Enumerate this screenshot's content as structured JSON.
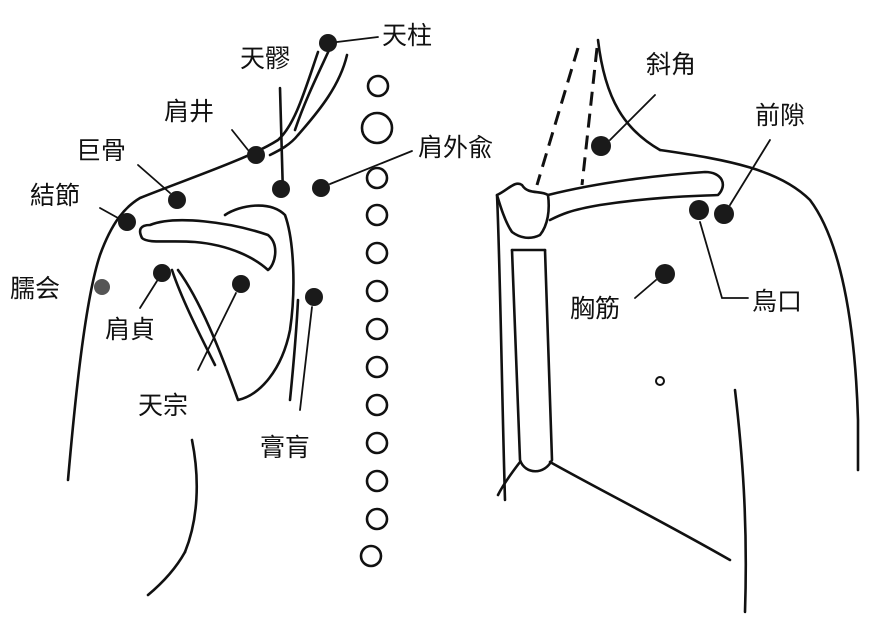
{
  "labels": {
    "tenchu": "天柱",
    "tenryo": "天髎",
    "kensei": "肩井",
    "kokotsu": "巨骨",
    "kengaiyu": "肩外兪",
    "ketsusetsu": "結節",
    "jue": "臑会",
    "kentei": "肩貞",
    "tenso": "天宗",
    "koko": "膏肓",
    "shakaku": "斜角",
    "zengeki": "前隙",
    "kyokin": "胸筋",
    "uko": "烏口"
  },
  "colors": {
    "line": "#111111",
    "point": "#1a1a1a",
    "background": "#ffffff"
  }
}
